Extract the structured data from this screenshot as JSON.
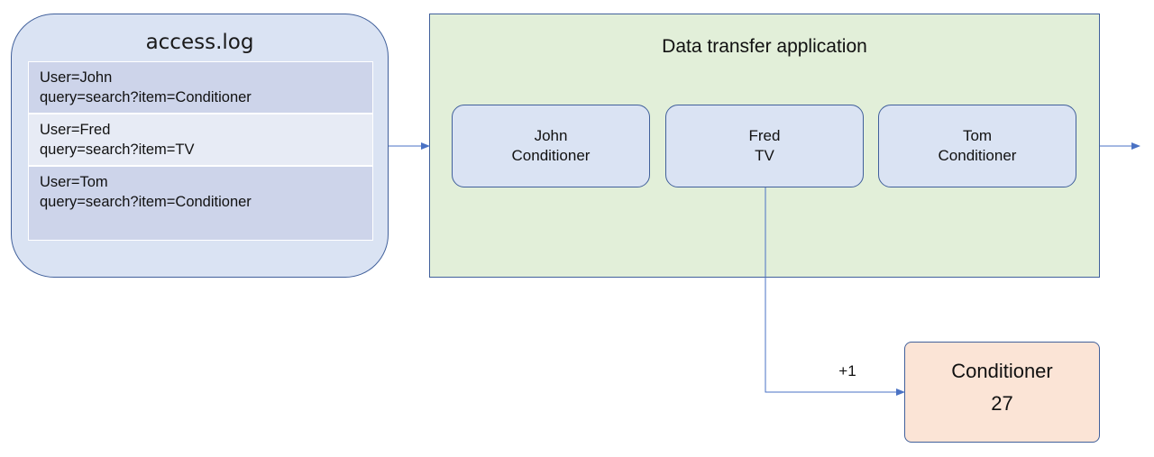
{
  "access_log": {
    "title": "access.log",
    "entries": [
      {
        "user": "User=John",
        "query": "query=search?item=Conditioner"
      },
      {
        "user": "User=Fred",
        "query": "query=search?item=TV"
      },
      {
        "user": "User=Tom",
        "query": "query=search?item=Conditioner"
      }
    ]
  },
  "application": {
    "title": "Data transfer application",
    "records": [
      {
        "user": "John",
        "item": "Conditioner"
      },
      {
        "user": "Fred",
        "item": "TV"
      },
      {
        "user": "Tom",
        "item": "Conditioner"
      }
    ]
  },
  "counter": {
    "label": "Conditioner",
    "value": "27",
    "increment": "+1"
  },
  "colors": {
    "line": "#4a72c4",
    "border": "#41609b",
    "log_panel": "#dae3f3",
    "app_panel": "#e2efd9",
    "counter_box": "#fbe4d6"
  }
}
